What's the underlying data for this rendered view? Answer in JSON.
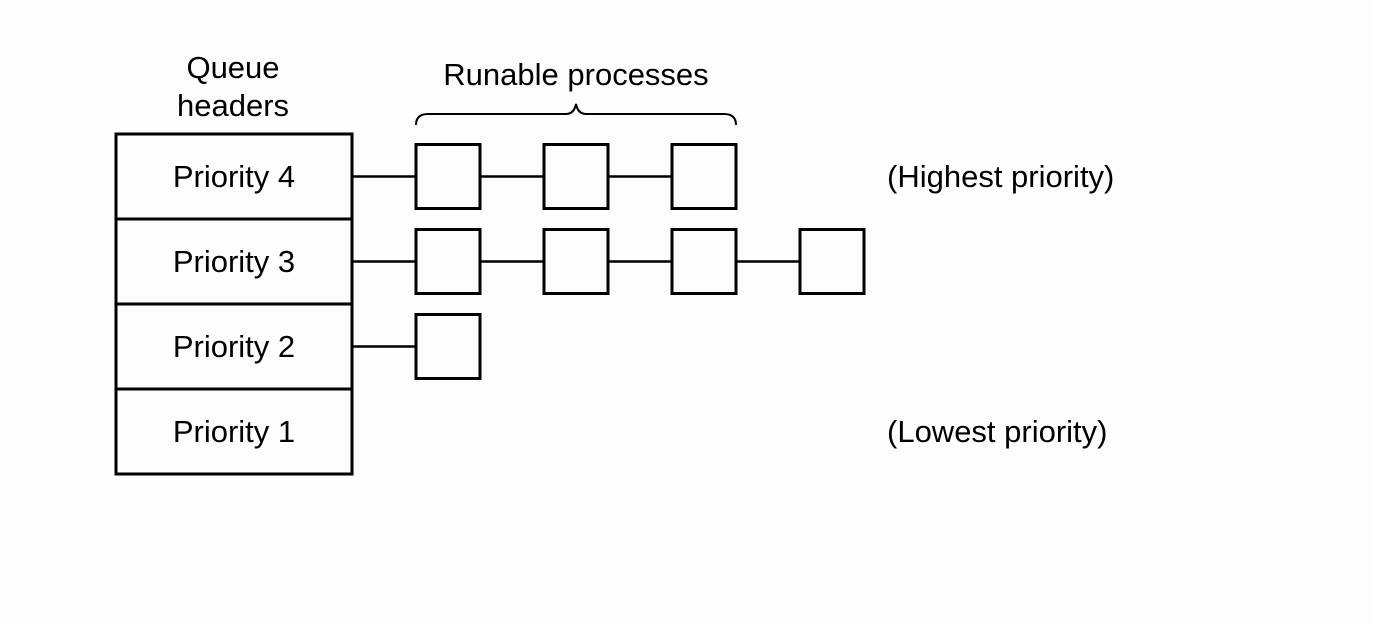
{
  "labels": {
    "queue_headers_line1": "Queue",
    "queue_headers_line2": "headers",
    "runable_processes": "Runable processes",
    "highest": "(Highest priority)",
    "lowest": "(Lowest priority)"
  },
  "queues": [
    {
      "label": "Priority 4",
      "process_count": 3
    },
    {
      "label": "Priority 3",
      "process_count": 4
    },
    {
      "label": "Priority 2",
      "process_count": 1
    },
    {
      "label": "Priority 1",
      "process_count": 0
    }
  ]
}
